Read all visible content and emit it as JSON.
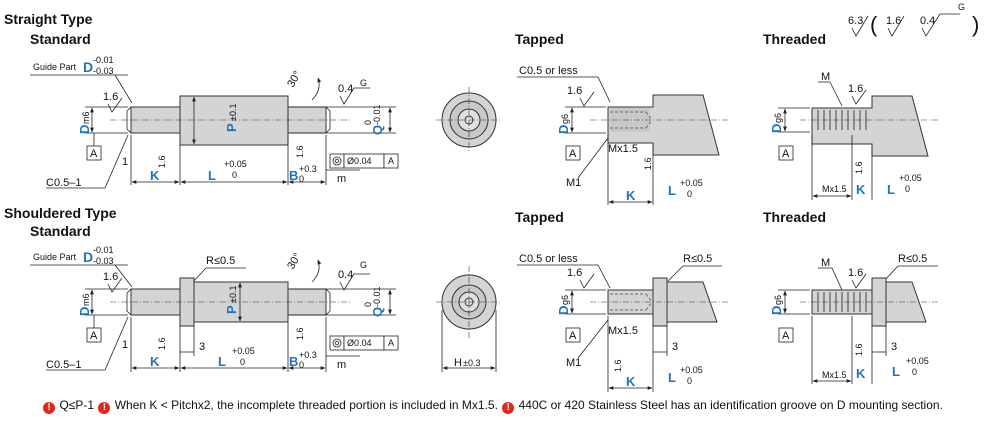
{
  "sections": {
    "straight_type": "Straight Type",
    "shouldered_type": "Shouldered Type",
    "standard": "Standard",
    "tapped": "Tapped",
    "threaded": "Threaded"
  },
  "labels": {
    "guide_part": "Guide Part",
    "D": "D",
    "tol_upper": "-0.01",
    "tol_lower": "-0.03",
    "m6": "m6",
    "g6": "g6",
    "rough_16": "1.6",
    "rough_04": "0.4",
    "G": "G",
    "angle": "30°",
    "P": "P",
    "pm01": "±0.1",
    "Q": "Q",
    "q_upper": "0",
    "q_lower": "-0.01",
    "A": "A",
    "one": "1",
    "c05_1": "C0.5–1",
    "K": "K",
    "L": "L",
    "l_upper": "+0.05",
    "l_lower": "0",
    "B": "B",
    "b_upper": "+0.3",
    "b_lower": "0",
    "m": "m",
    "runout": "Ø0.04",
    "c05_less": "C0.5 or less",
    "M": "M",
    "M1": "M1",
    "mx15": "Mx1.5",
    "r05": "R≤0.5",
    "three": "3",
    "H": "H",
    "h_tol": "±0.3",
    "finish_63": "6.3"
  },
  "footer": {
    "note1": "Q≤P-1",
    "note2": "When K < Pitchx2, the incomplete threaded portion is included in Mx1.5.",
    "note3": "440C or 420 Stainless Steel has an identification groove on D mounting section."
  },
  "colors": {
    "accent": "#1e73be",
    "warning": "#e0281c",
    "part": "#d4d4d4"
  }
}
